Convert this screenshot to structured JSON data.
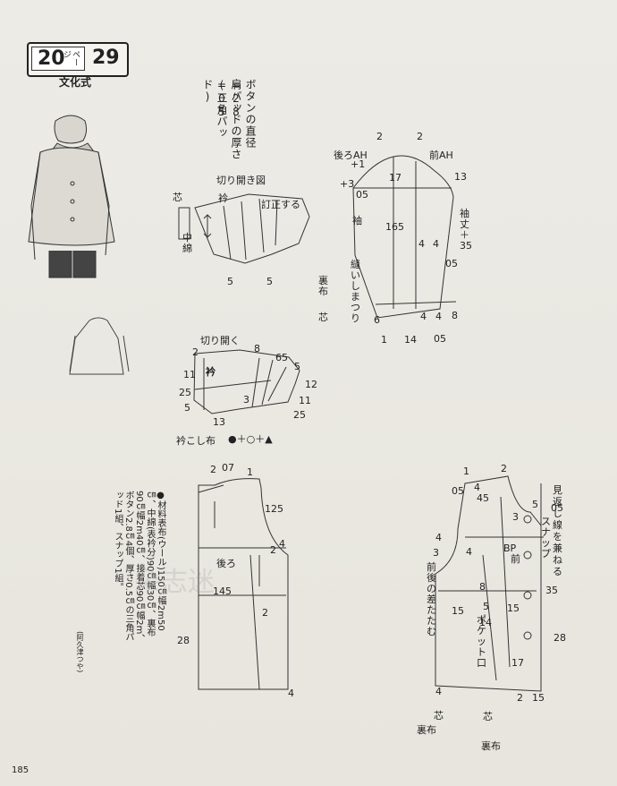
{
  "header": {
    "page_ref": "20",
    "page_unit": "ページ",
    "pattern_no": "29",
    "method": "文化式"
  },
  "notes": {
    "button": "ボタンの直径=28",
    "pad": "肩パッドの厚さ=05",
    "pad_type": "(三角パッド)"
  },
  "materials": {
    "heading": "●材料",
    "body": "表布(ウール)150㎝幅2m50㎝、中綿(表衿分)90㎝幅30㎝、裏布90㎝幅2m40㎝、接着芯90㎝幅2m、ボタン2.8㎝4個、厚さ0.5㎝の三角パッド1組、スナップ1組。",
    "author": "(阿久津つや)"
  },
  "labels": {
    "kiri_zu": "切り開き図",
    "teisei": "訂正する",
    "eri": "衿",
    "shin": "芯",
    "nakawata": "中綿",
    "kiri_hiraku": "切り開く",
    "erikoshi": "衿こし布",
    "symbols": "●＋○＋▲",
    "ushiro_ah": "後ろAH",
    "mae_ah": "前AH",
    "sode": "袖",
    "sodetake": "袖丈＋35",
    "matsuri": "縫いしまつり",
    "uranuno": "裏布",
    "ushiro": "後ろ",
    "mae": "前",
    "mikaeshi": "見返し線を兼ねる",
    "snap": "スナップ",
    "bp": "BP",
    "sa": "前後の差たたむ",
    "pocket": "ポケット口",
    "watermark": "朵志迷",
    "page_number": "185"
  },
  "dims": {
    "c1_5a": "5",
    "c1_5b": "5",
    "c2_2": "2",
    "c2_8": "8",
    "c2_65": "65",
    "c2_5": "5",
    "c2_12": "12",
    "c2_11a": "11",
    "c2_25a": "25",
    "c2_3": "3",
    "c2_11b": "11",
    "c2_5b": "5",
    "c2_25b": "25",
    "c2_13": "13",
    "s_2a": "2",
    "s_2b": "2",
    "s_1": "+1",
    "s_3": "+3",
    "s_05a": "05",
    "s_17": "17",
    "s_13": "13",
    "s_165": "165",
    "s_4a": "4",
    "s_4b": "4",
    "s_05b": "05",
    "s_6": "6",
    "s_4c": "4",
    "s_4d": "4",
    "s_8": "8",
    "s_1b": "1",
    "s_14": "14",
    "s_05c": "05",
    "b_2": "2",
    "b_07": "07",
    "b_1": "1",
    "b_125": "125",
    "b_4": "4",
    "b_2b": "2",
    "b_145": "145",
    "b_2c": "2",
    "b_28": "28",
    "b_4b": "4",
    "f_1": "1",
    "f_2": "2",
    "f_05": "05",
    "f_4": "4",
    "f_45": "45",
    "f_5": "5",
    "f_05b": "05",
    "f_3": "3",
    "f_4b": "4",
    "f_3b": "3",
    "f_4c": "4",
    "f_8": "8",
    "f_15a": "15",
    "f_5b": "5",
    "f_14": "14",
    "f_15b": "15",
    "f_35": "35",
    "f_28": "28",
    "f_17": "17",
    "f_4d": "4",
    "f_2b": "2",
    "f_15c": "15"
  }
}
